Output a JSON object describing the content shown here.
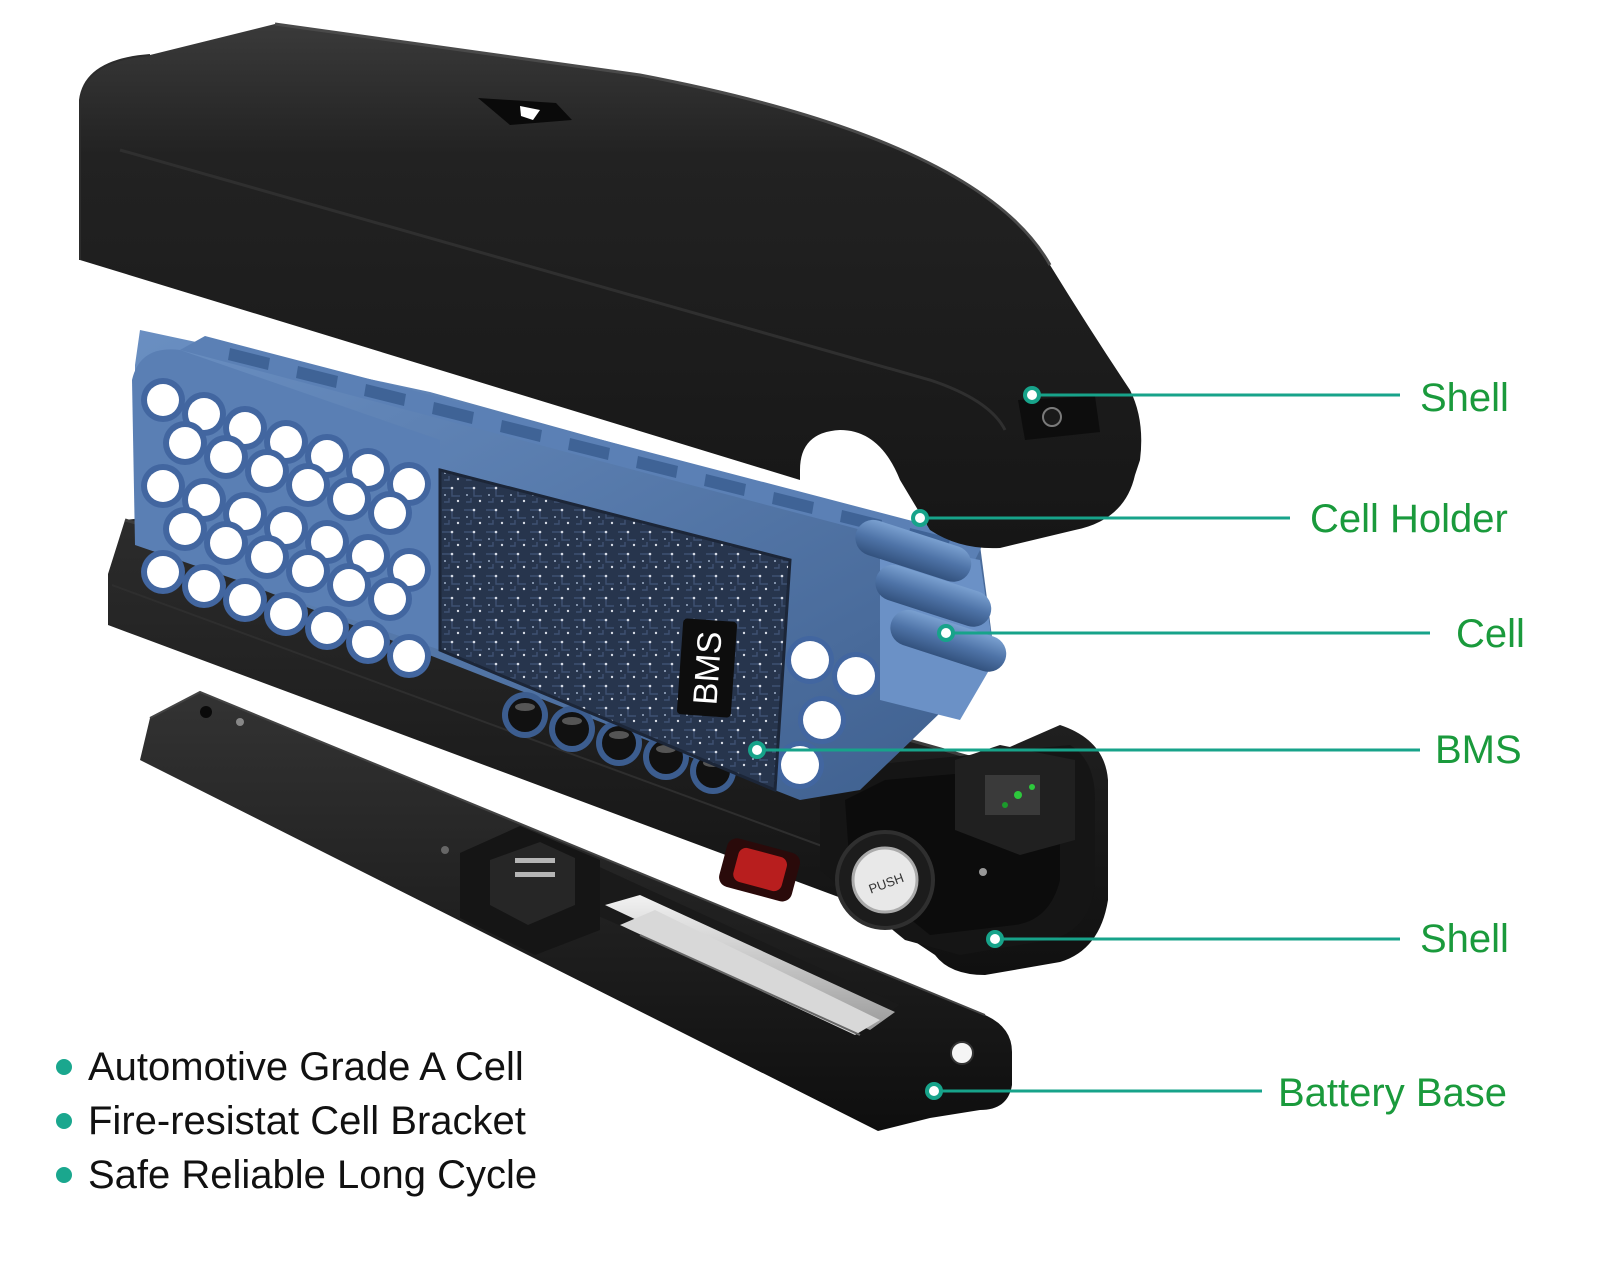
{
  "colors": {
    "label_green": "#1a9a3c",
    "leader_teal": "#17a38a",
    "bullet_teal": "#1aa78e",
    "shell_black": "#1e1e1e",
    "holder_blue": "#4d73a6",
    "cell_white": "#ffffff",
    "pcb_dark": "#2a3850"
  },
  "callouts": [
    {
      "id": "shell-top",
      "label": "Shell"
    },
    {
      "id": "cell-holder",
      "label": "Cell Holder"
    },
    {
      "id": "cell",
      "label": "Cell"
    },
    {
      "id": "bms",
      "label": "BMS"
    },
    {
      "id": "shell-bottom",
      "label": "Shell"
    },
    {
      "id": "battery-base",
      "label": "Battery Base"
    }
  ],
  "bms_chip_label": "BMS",
  "push_button_label": "PUSH",
  "features": [
    "Automotive Grade A Cell",
    "Fire-resistat Cell Bracket",
    "Safe Reliable Long Cycle"
  ]
}
